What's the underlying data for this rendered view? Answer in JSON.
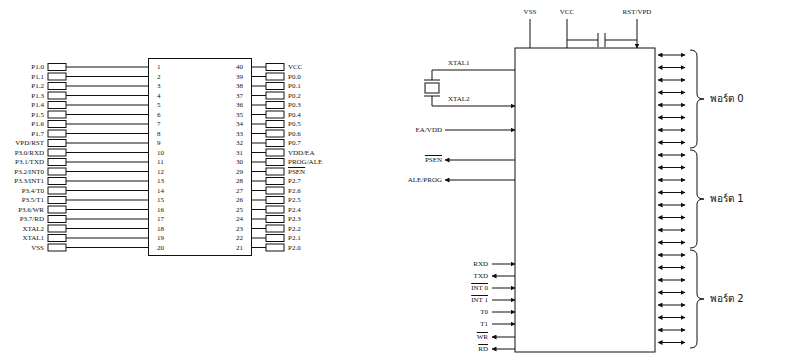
{
  "diagram": {
    "nodes": [
      {
        "text": [
          "1",
          "2",
          "3",
          "4",
          "5",
          "6",
          "7",
          "8",
          "9",
          "10",
          "11",
          "12",
          "13",
          "14",
          "15",
          "16",
          "17",
          "18",
          "19",
          "20",
          "40",
          "39",
          "38",
          "37",
          "36",
          "35",
          "34",
          "33",
          "32",
          "31",
          "30",
          "29",
          "28",
          "27",
          "26",
          "25",
          "24",
          "23",
          "22",
          "21"
        ]
      }
    ],
    "labels": [
      "P1.0",
      "P1.1",
      "P1.2",
      "P1.3",
      "P1.4",
      "P1.5",
      "P1.6",
      "P1.7",
      "VPD/RST",
      "P3.0/RXD",
      "P3.1/TXD",
      "P3.2/INT0",
      "P3.3/INT1",
      "P3.4/T0",
      "P3.5/T1",
      "P3.6/WR",
      "P3.7/RD",
      "XTAL2",
      "XTAL1",
      "VSS",
      "VCC",
      "P0.0",
      "P0.1",
      "P0.2",
      "P0.3",
      "P0.4",
      "P0.5",
      "P0.6",
      "P0.7",
      "VDD/EA",
      "PROG/ALE",
      "PSEN",
      "P2.7",
      "P2.6",
      "P2.5",
      "P2.4",
      "P2.3",
      "P2.2",
      "P2.1",
      "P2.0",
      "VSS",
      "VCC",
      "RST/VPD",
      "XTAL1",
      "XTAL2",
      "EA/VDD",
      "PSEN",
      "ALE/PROG",
      "RXD",
      "TXD",
      "INT 0",
      "INT 1",
      "T0",
      "T1",
      "WR",
      "RD",
      "พอร์ต 0",
      "พอร์ต 1",
      "พอร์ต 2"
    ]
  }
}
